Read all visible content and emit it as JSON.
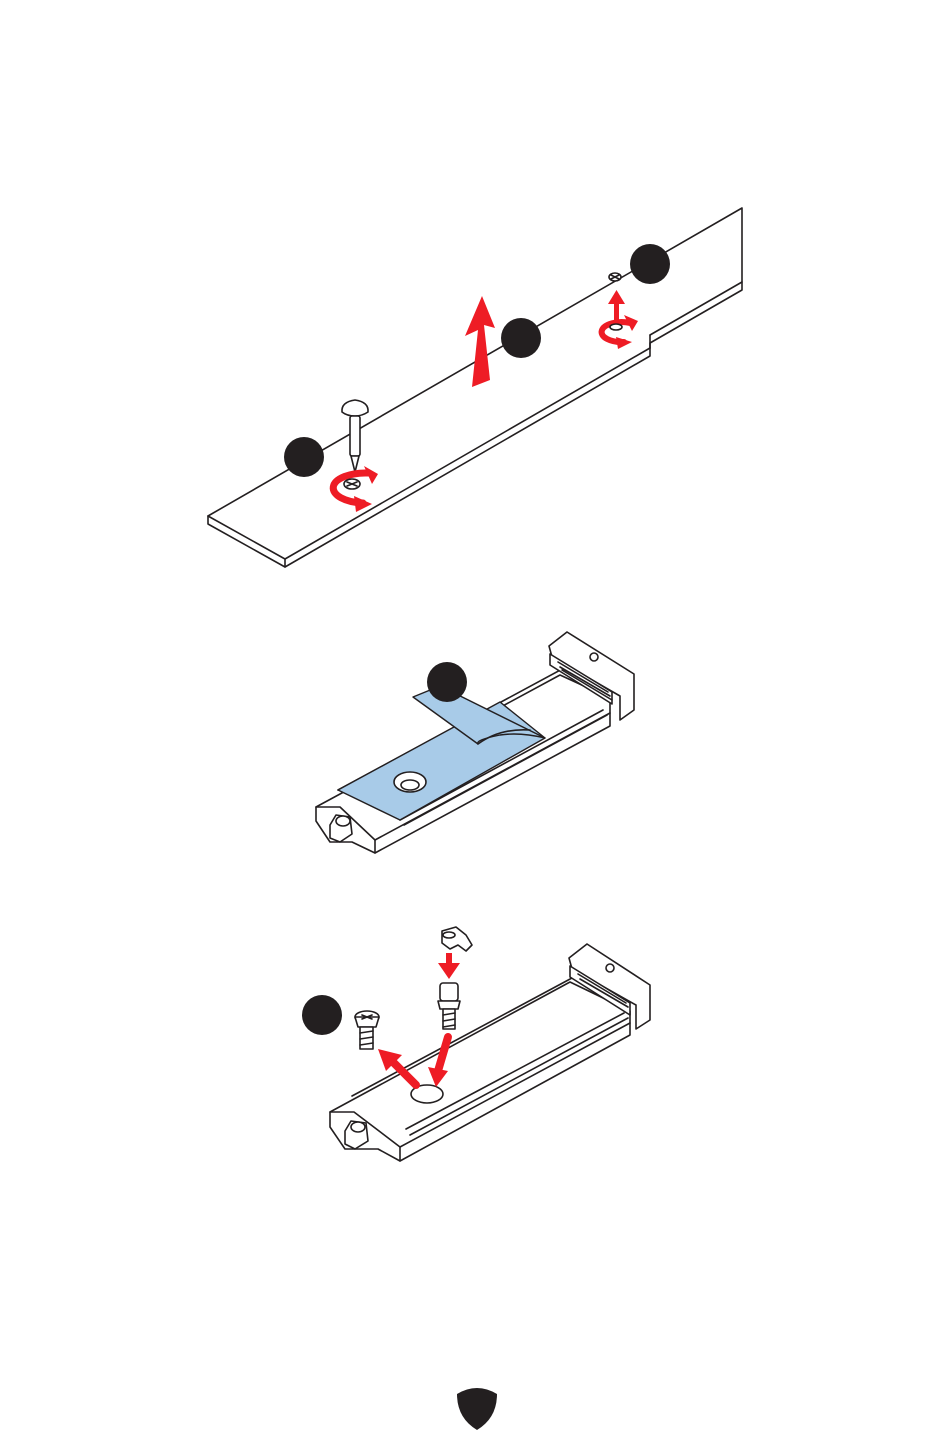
{
  "document": {
    "type": "installation-illustration-page",
    "figures": [
      {
        "id": "remove-heatsink",
        "step_markers": 3,
        "icons": [
          "screwdriver-icon",
          "counterclockwise-rotate-icon",
          "lift-up-arrow-icon",
          "screw-icon"
        ]
      },
      {
        "id": "remove-tape-film",
        "step_markers": 1,
        "icons": [
          "thermal-pad-tape-icon"
        ]
      },
      {
        "id": "swap-standoff",
        "step_markers": 1,
        "icons": [
          "screw-icon",
          "standoff-icon",
          "clip-icon",
          "insert-arrow-icon",
          "remove-arrow-icon"
        ]
      }
    ],
    "colors": {
      "accent_red": "#ee1c25",
      "tape_blue": "#a8cbe8",
      "line": "#231f20",
      "background": "#ffffff"
    },
    "footer": {
      "logo_icon": "shield-logo-icon"
    }
  }
}
